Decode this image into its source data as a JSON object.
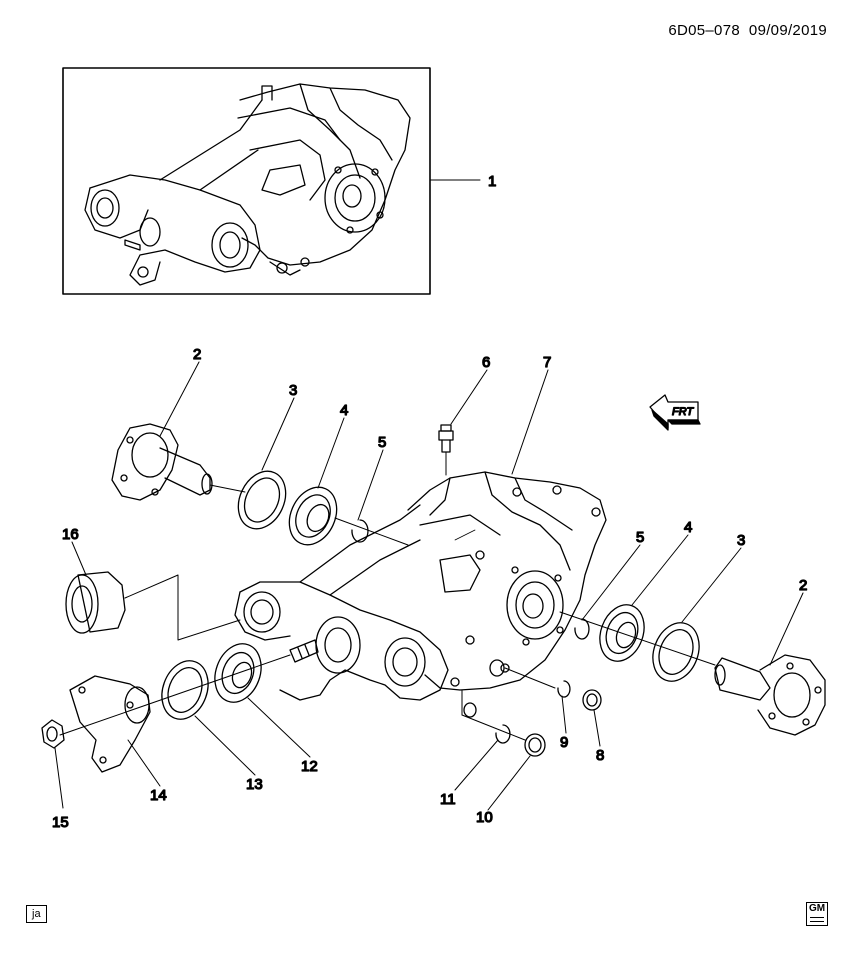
{
  "header": {
    "diagram_id": "6D05–078",
    "date": "09/09/2019"
  },
  "callouts": {
    "c1": "1",
    "c2a": "2",
    "c2b": "2",
    "c3a": "3",
    "c3b": "3",
    "c4a": "4",
    "c4b": "4",
    "c5a": "5",
    "c5b": "5",
    "c6": "6",
    "c7": "7",
    "c8": "8",
    "c9": "9",
    "c10": "10",
    "c11": "11",
    "c12": "12",
    "c13": "13",
    "c14": "14",
    "c15": "15",
    "c16": "16"
  },
  "direction_indicator": "FRT",
  "footer": {
    "tag": "ja",
    "logo": "GM"
  }
}
